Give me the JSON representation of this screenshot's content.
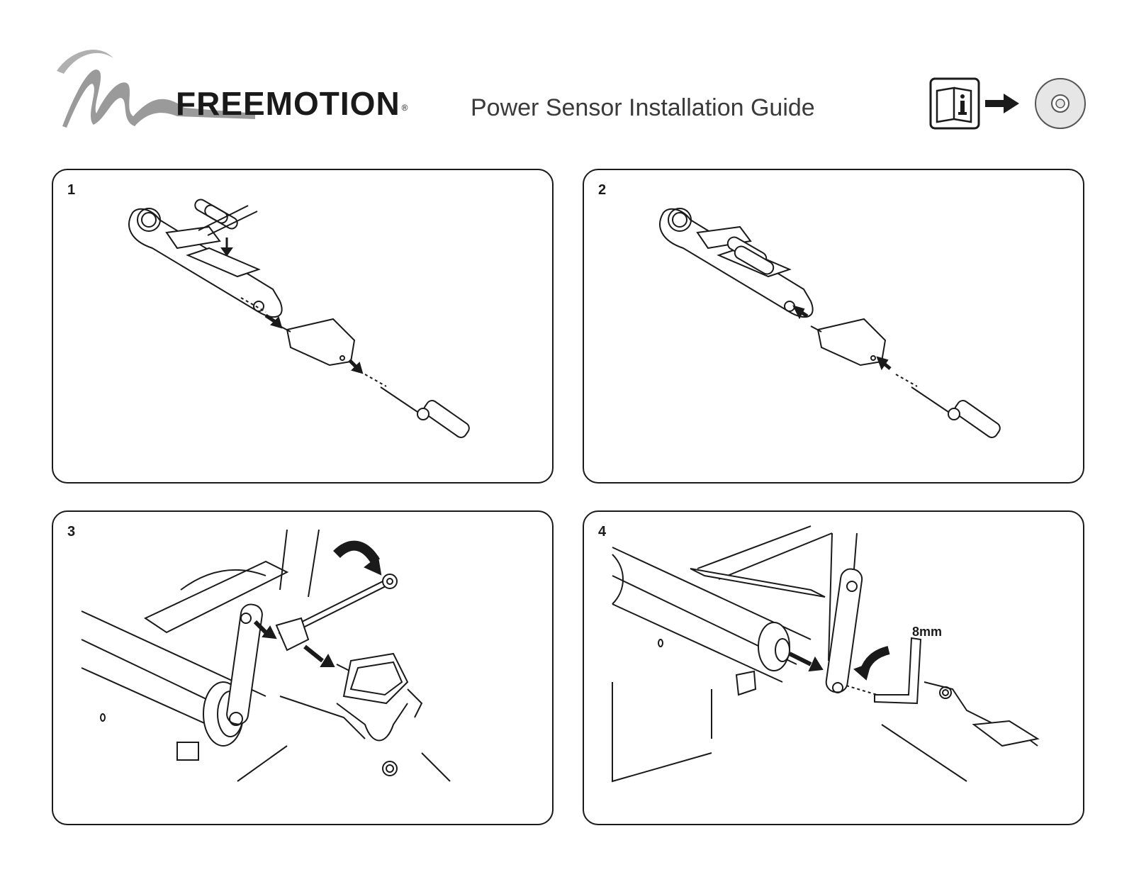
{
  "header": {
    "brand": "FREEMOTION",
    "registered_mark": "®",
    "title": "Power Sensor Installation Guide",
    "manual_icon": "manual-info-icon",
    "arrow_icon": "arrow-right-icon",
    "disc_icon": "disc-icon"
  },
  "panels": [
    {
      "number": "1",
      "illustration": "battery-insert-crank-illustration"
    },
    {
      "number": "2",
      "illustration": "sensor-cover-assembly-illustration"
    },
    {
      "number": "3",
      "illustration": "pedal-removal-wrench-illustration"
    },
    {
      "number": "4",
      "illustration": "crank-install-hex-key-illustration",
      "tool_label": "8mm"
    }
  ],
  "colors": {
    "line": "#1a1a1a",
    "logo_gray": "#9a9a9a"
  }
}
